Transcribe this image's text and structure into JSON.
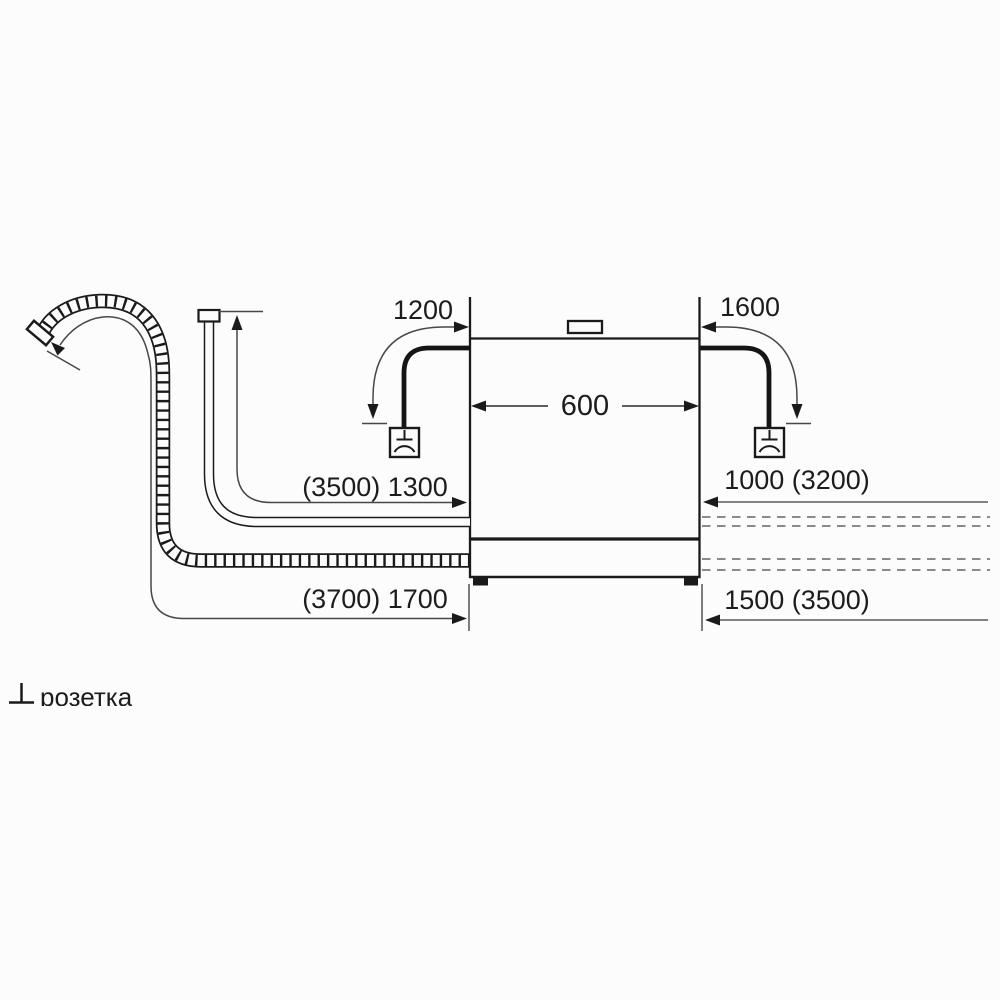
{
  "labels": {
    "cable_left": "1200",
    "cable_right": "1600",
    "appliance_width": "600",
    "supply_hose": "(3500) 1300",
    "inlet_right": "1000 (3200)",
    "drain_hose": "(3700) 1700",
    "drain_right": "1500 (3500)"
  },
  "legend": {
    "socket_label": "розетка"
  },
  "colors": {
    "line": "#1a1a1a",
    "dimension_line": "#474747",
    "dashed_line": "#8a8a8a",
    "background": "#fcfcfc"
  }
}
